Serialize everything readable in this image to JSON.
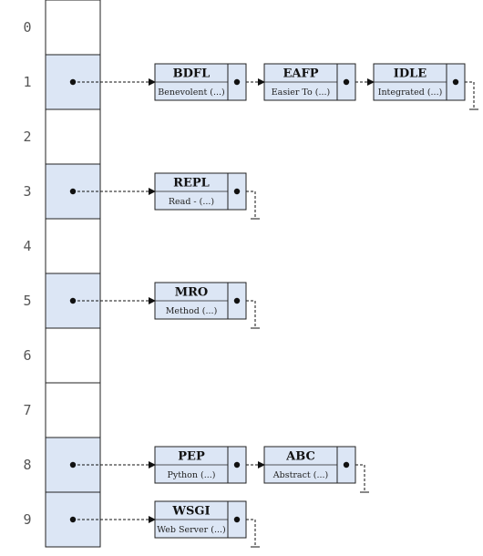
{
  "colors": {
    "filled": "#dce6f5",
    "empty": "#ffffff",
    "stroke": "#222222"
  },
  "buckets": [
    {
      "index": "0",
      "entries": []
    },
    {
      "index": "1",
      "entries": [
        {
          "key": "BDFL",
          "value": "Benevolent (...)"
        },
        {
          "key": "EAFP",
          "value": "Easier To (...)"
        },
        {
          "key": "IDLE",
          "value": "Integrated (...)"
        }
      ]
    },
    {
      "index": "2",
      "entries": []
    },
    {
      "index": "3",
      "entries": [
        {
          "key": "REPL",
          "value": "Read - (...)"
        }
      ]
    },
    {
      "index": "4",
      "entries": []
    },
    {
      "index": "5",
      "entries": [
        {
          "key": "MRO",
          "value": "Method (...)"
        }
      ]
    },
    {
      "index": "6",
      "entries": []
    },
    {
      "index": "7",
      "entries": []
    },
    {
      "index": "8",
      "entries": [
        {
          "key": "PEP",
          "value": "Python (...)"
        },
        {
          "key": "ABC",
          "value": "Abstract (...)"
        }
      ]
    },
    {
      "index": "9",
      "entries": [
        {
          "key": "WSGI",
          "value": "Web Server (...)"
        }
      ]
    }
  ]
}
